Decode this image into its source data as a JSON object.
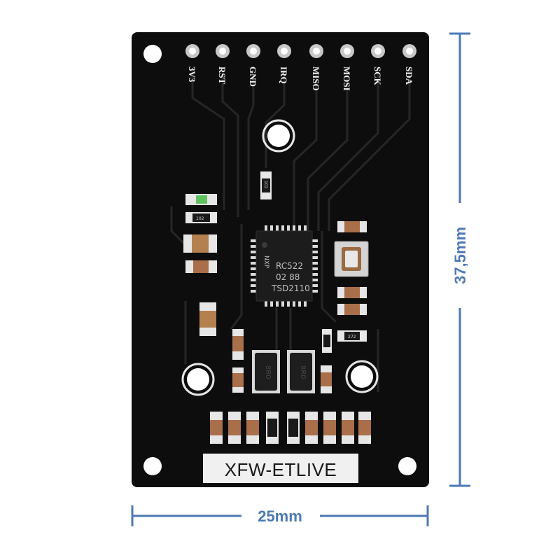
{
  "pins": [
    "3V3",
    "RST",
    "GND",
    "IRQ",
    "MISO",
    "MOSI",
    "SCK",
    "SDA"
  ],
  "chip": {
    "logo": "NXP",
    "lines": [
      "RC522",
      "02 88",
      "TSD2110"
    ]
  },
  "component_codes": {
    "r1": "102",
    "r2": "102",
    "r3": "272"
  },
  "brand_label": "XFW-ETLIVE",
  "dimensions": {
    "height": "37,5mm",
    "width": "25mm"
  },
  "colors": {
    "pcb": "#0d0d0d",
    "dimension": "#4d78b5",
    "pad": "#c8c8c8",
    "label_bg": "#f0f0f0"
  }
}
